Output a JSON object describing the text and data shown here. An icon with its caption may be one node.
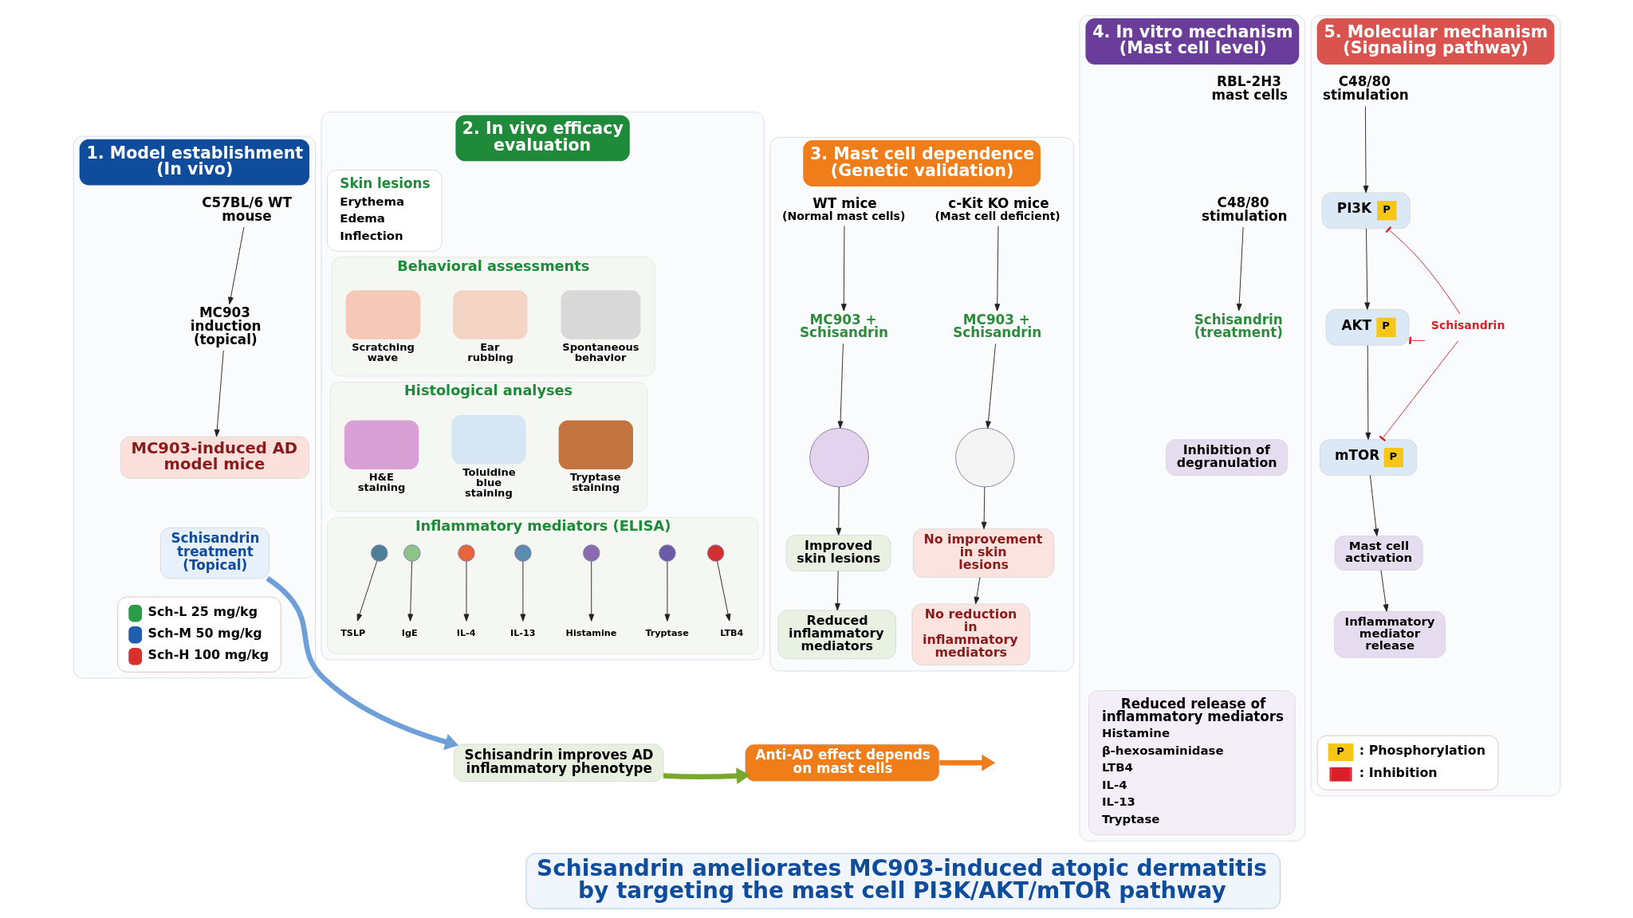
{
  "diagram": {
    "nodes": [
      {
        "text": [
          "1. Model establishment (In vivo)"
        ]
      },
      {
        "text": [
          "C57BL/6 WT mouse"
        ],
        "in": 0
      },
      {
        "text": [
          "MC903 induction (topical)"
        ],
        "in": 0
      },
      {
        "text": [
          "MC903-induced AD model mice"
        ],
        "in": 0
      },
      {
        "text": [
          "Schisandrin treatment (Topical)"
        ],
        "in": 0
      },
      {
        "text": [
          "2. In vivo efficacy evaluation"
        ]
      },
      {
        "text": [
          "Skin lesions",
          "Erythema",
          "Edema",
          "Inflection"
        ],
        "in": 5
      },
      {
        "text": [
          "Behavioral assessments"
        ],
        "in": 5
      },
      {
        "text": [
          "Scratching wave"
        ],
        "in": 7
      },
      {
        "text": [
          "Ear rubbing"
        ],
        "in": 7
      },
      {
        "text": [
          "Spontaneous behavior"
        ],
        "in": 7
      },
      {
        "text": [
          "Histological analyses"
        ],
        "in": 5
      },
      {
        "text": [
          "H&E staining"
        ],
        "in": 11
      },
      {
        "text": [
          "Toluidine blue staining"
        ],
        "in": 11
      },
      {
        "text": [
          "Tryptase staining"
        ],
        "in": 11
      },
      {
        "text": [
          "Inflammatory mediators (ELISA)"
        ],
        "in": 5
      },
      {
        "text": [],
        "shape": "circle",
        "in": 15
      },
      {
        "text": [],
        "shape": "circle",
        "in": 15
      },
      {
        "text": [],
        "shape": "circle",
        "in": 15
      },
      {
        "text": [],
        "shape": "circle",
        "in": 15
      },
      {
        "text": [],
        "shape": "circle",
        "in": 15
      },
      {
        "text": [],
        "shape": "circle",
        "in": 15
      },
      {
        "text": [],
        "shape": "circle",
        "in": 15
      },
      {
        "text": [
          "TSLP"
        ],
        "in": 15
      },
      {
        "text": [
          "IgE"
        ],
        "in": 15
      },
      {
        "text": [
          "IL-4"
        ],
        "in": 15
      },
      {
        "text": [
          "IL-13"
        ],
        "in": 15
      },
      {
        "text": [
          "Histamine"
        ],
        "in": 15
      },
      {
        "text": [
          "Tryptase"
        ],
        "in": 15
      },
      {
        "text": [
          "LTB4"
        ],
        "in": 15
      },
      {
        "text": [
          "Schisandrin improves AD inflammatory phenotype"
        ]
      },
      {
        "text": [
          "Anti-AD effect depends on mast cells"
        ]
      },
      {
        "text": [
          "3. Mast cell dependence (Genetic validation)"
        ]
      },
      {
        "text": [
          "WT mice",
          "(Normal mast cells)"
        ],
        "in": 32
      },
      {
        "text": [
          "MC903 + Schisandrin"
        ],
        "in": 32
      },
      {
        "text": [],
        "shape": "circle",
        "in": 32
      },
      {
        "text": [
          "Improved skin lesions"
        ],
        "in": 32
      },
      {
        "text": [
          "Reduced inflammatory mediators"
        ],
        "in": 32
      },
      {
        "text": [
          "c-Kit KO mice",
          "(Mast cell deficient)"
        ],
        "in": 32
      },
      {
        "text": [
          "MC903 + Schisandrin"
        ],
        "in": 32
      },
      {
        "text": [],
        "shape": "circle",
        "in": 32
      },
      {
        "text": [
          "No improvement in skin lesions"
        ],
        "in": 32
      },
      {
        "text": [
          "No reduction in inflammatory mediators"
        ],
        "in": 32
      },
      {
        "text": [
          "4. In vitro mechanism (Mast cell level)"
        ]
      },
      {
        "text": [
          "RBL-2H3 mast cells"
        ],
        "in": 43
      },
      {
        "text": [
          "C48/80 stimulation"
        ],
        "in": 43
      },
      {
        "text": [
          "Schisandrin (treatment)"
        ],
        "in": 43
      },
      {
        "text": [
          "Inhibition of degranulation"
        ],
        "in": 43
      },
      {
        "text": [
          "Reduced release of inflammatory mediators",
          "Histamine",
          "β-hexosaminidase",
          "LTB4",
          "IL-4",
          "IL-13",
          "Tryptase"
        ],
        "in": 43
      },
      {
        "text": [
          "5. Molecular mechanism (Signaling pathway)"
        ]
      },
      {
        "text": [
          "C48/80 stimulation"
        ],
        "in": 49
      },
      {
        "text": [
          "PI3K",
          "P"
        ],
        "in": 49
      },
      {
        "text": [
          "AKT",
          "P"
        ],
        "in": 49
      },
      {
        "text": [
          "mTOR",
          "P"
        ],
        "in": 49
      },
      {
        "text": [
          "Mast cell activation"
        ],
        "in": 49
      },
      {
        "text": [
          "Inflammatory mediator release"
        ],
        "in": 49
      },
      {
        "text": [
          "Schisandrin"
        ],
        "in": 49
      },
      {
        "text": [
          "Schisandrin ameliorates MC903-induced atopic dermatitis by targeting the mast cell PI3K/AKT/mTOR pathway"
        ]
      }
    ],
    "edges": [
      {
        "from": 1,
        "to": 2,
        "arrow": "to"
      },
      {
        "from": 2,
        "to": 3,
        "arrow": "to"
      },
      {
        "from": 4,
        "to": 30,
        "arrow": "to",
        "style": "thick",
        "color": "#6f9fd8"
      },
      {
        "from": 16,
        "to": 23,
        "arrow": "to"
      },
      {
        "from": 17,
        "to": 24,
        "arrow": "to"
      },
      {
        "from": 18,
        "to": 25,
        "arrow": "to"
      },
      {
        "from": 19,
        "to": 26,
        "arrow": "to"
      },
      {
        "from": 20,
        "to": 27,
        "arrow": "to"
      },
      {
        "from": 21,
        "to": 28,
        "arrow": "to"
      },
      {
        "from": 22,
        "to": 29,
        "arrow": "to"
      },
      {
        "from": 30,
        "to": 31,
        "arrow": "to",
        "style": "thick",
        "color": "#7aa82a"
      },
      {
        "from": 31,
        "to": null,
        "arrow": "to",
        "style": "thick",
        "color": "#f07d1a"
      },
      {
        "from": 33,
        "to": 34,
        "arrow": "to"
      },
      {
        "from": 34,
        "to": 35,
        "arrow": "to"
      },
      {
        "from": 35,
        "to": 36,
        "arrow": "to"
      },
      {
        "from": 36,
        "to": 37,
        "arrow": "to"
      },
      {
        "from": 38,
        "to": 39,
        "arrow": "to"
      },
      {
        "from": 39,
        "to": 40,
        "arrow": "to"
      },
      {
        "from": 40,
        "to": 41,
        "arrow": "to"
      },
      {
        "from": 41,
        "to": 42,
        "arrow": "to"
      },
      {
        "from": 45,
        "to": 46,
        "arrow": "to"
      },
      {
        "from": 50,
        "to": 51,
        "arrow": "to"
      },
      {
        "from": 51,
        "to": 52,
        "arrow": "to"
      },
      {
        "from": 52,
        "to": 53,
        "arrow": "to"
      },
      {
        "from": 53,
        "to": 54,
        "arrow": "to"
      },
      {
        "from": 54,
        "to": 55,
        "arrow": "to"
      },
      {
        "from": 56,
        "to": 51,
        "arrow": "other",
        "color": "#d9202a"
      },
      {
        "from": 56,
        "to": 52,
        "arrow": "other",
        "color": "#d9202a"
      },
      {
        "from": 56,
        "to": 53,
        "arrow": "other",
        "color": "#d9202a"
      }
    ],
    "labels": [
      "P"
    ],
    "legend": [
      {
        "text": "Sch-L 25 mg/kg",
        "color": "#2a9d48"
      },
      {
        "text": "Sch-M 50 mg/kg",
        "color": "#1f5fae"
      },
      {
        "text": "Sch-H 100 mg/kg",
        "color": "#d9302a"
      },
      {
        "text": ": Phosphorylation"
      },
      {
        "text": ": Inhibition"
      }
    ]
  }
}
